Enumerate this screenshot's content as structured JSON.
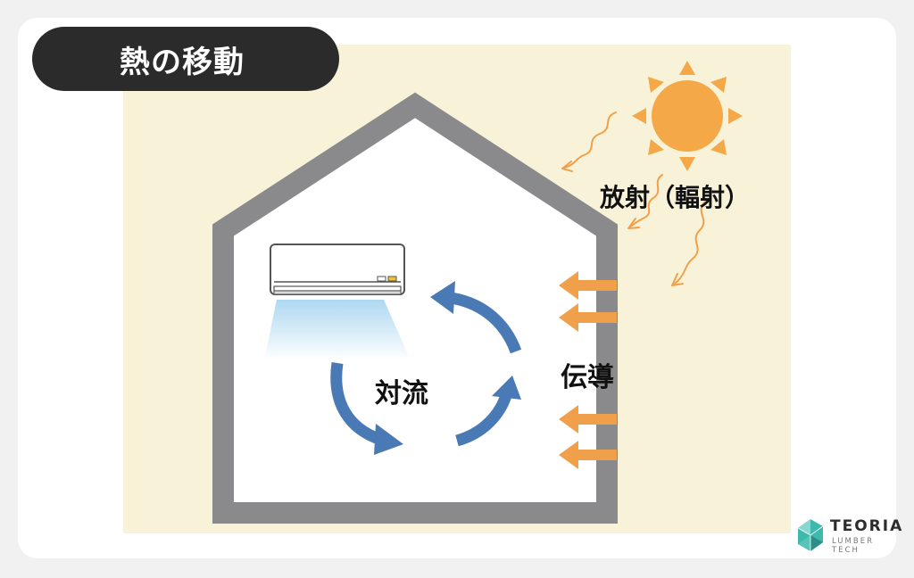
{
  "title": "熱の移動",
  "labels": {
    "radiation": "放射（輻射）",
    "convection": "対流",
    "conduction": "伝導"
  },
  "logo": {
    "name": "TEORIA",
    "tagline": "LUMBER TECH"
  },
  "icons": {
    "sun": "sun-icon",
    "air_conditioner": "air-conditioner-icon",
    "house": "house-outline"
  },
  "colors": {
    "background_panel": "#f8f3d8",
    "title_pill": "#2b2b2b",
    "house_wall": "#8a8a8c",
    "convection_arrow": "#4a7ab5",
    "heat_orange": "#f0a04b",
    "cool_air": "#a9d6f0",
    "logo_teal": "#3fb8ad"
  }
}
